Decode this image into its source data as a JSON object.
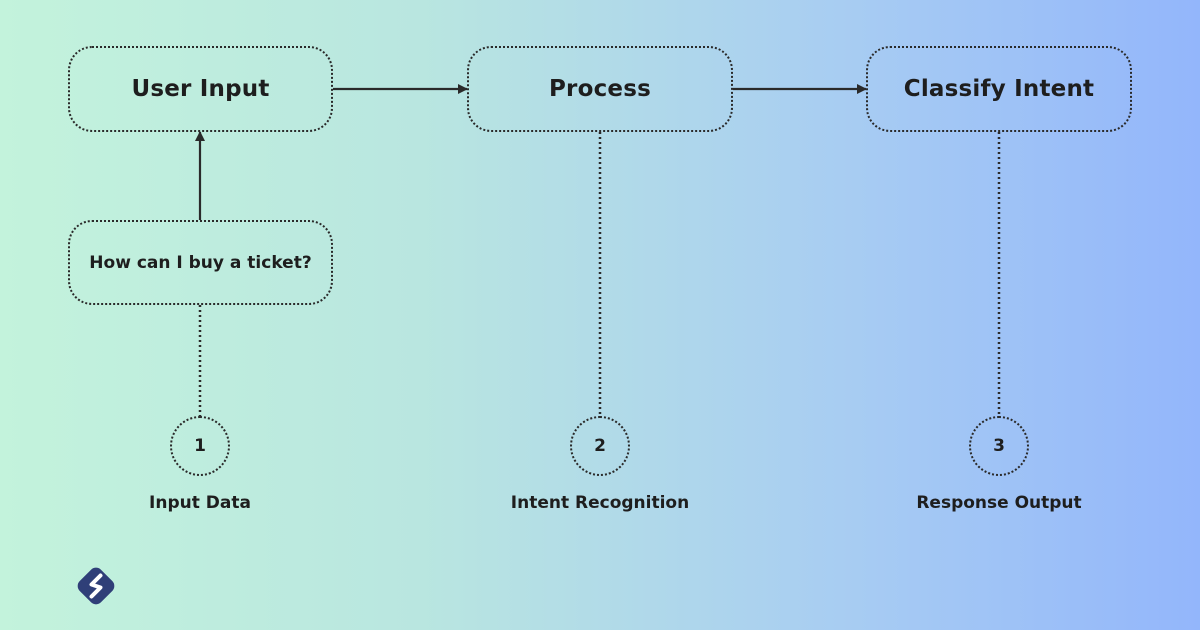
{
  "nodes": {
    "user_input": "User Input",
    "process": "Process",
    "classify_intent": "Classify Intent",
    "example_query": "How can I buy a ticket?"
  },
  "steps": [
    {
      "number": "1",
      "label": "Input Data"
    },
    {
      "number": "2",
      "label": "Intent Recognition"
    },
    {
      "number": "3",
      "label": "Response Output"
    }
  ],
  "colors": {
    "background_start": "#c3f3dc",
    "background_end": "#93b6fb",
    "stroke": "#2a2a2a",
    "logo": "#2f3f78"
  },
  "icons": {
    "logo": "brand-logo-icon"
  }
}
